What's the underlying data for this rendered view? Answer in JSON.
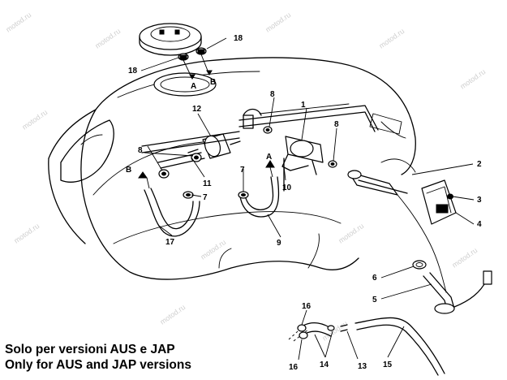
{
  "watermark": "motod.ru",
  "captions": {
    "line1": "Solo per versioni AUS e JAP",
    "line2": "Only for AUS and JAP versions"
  },
  "callouts": {
    "c1": "1",
    "c2": "2",
    "c3": "3",
    "c4": "4",
    "c5": "5",
    "c6": "6",
    "c7a": "7",
    "c7b": "7",
    "c8a": "8",
    "c8b": "8",
    "c8c": "8",
    "c9": "9",
    "c10": "10",
    "c11": "11",
    "c12": "12",
    "c13": "13",
    "c14": "14",
    "c15": "15",
    "c16a": "16",
    "c16b": "16",
    "c17": "17",
    "c18a": "18",
    "c18b": "18"
  },
  "port_labels": {
    "a_top": "A",
    "b_top": "B",
    "a_hose": "A",
    "b_hose": "B"
  }
}
